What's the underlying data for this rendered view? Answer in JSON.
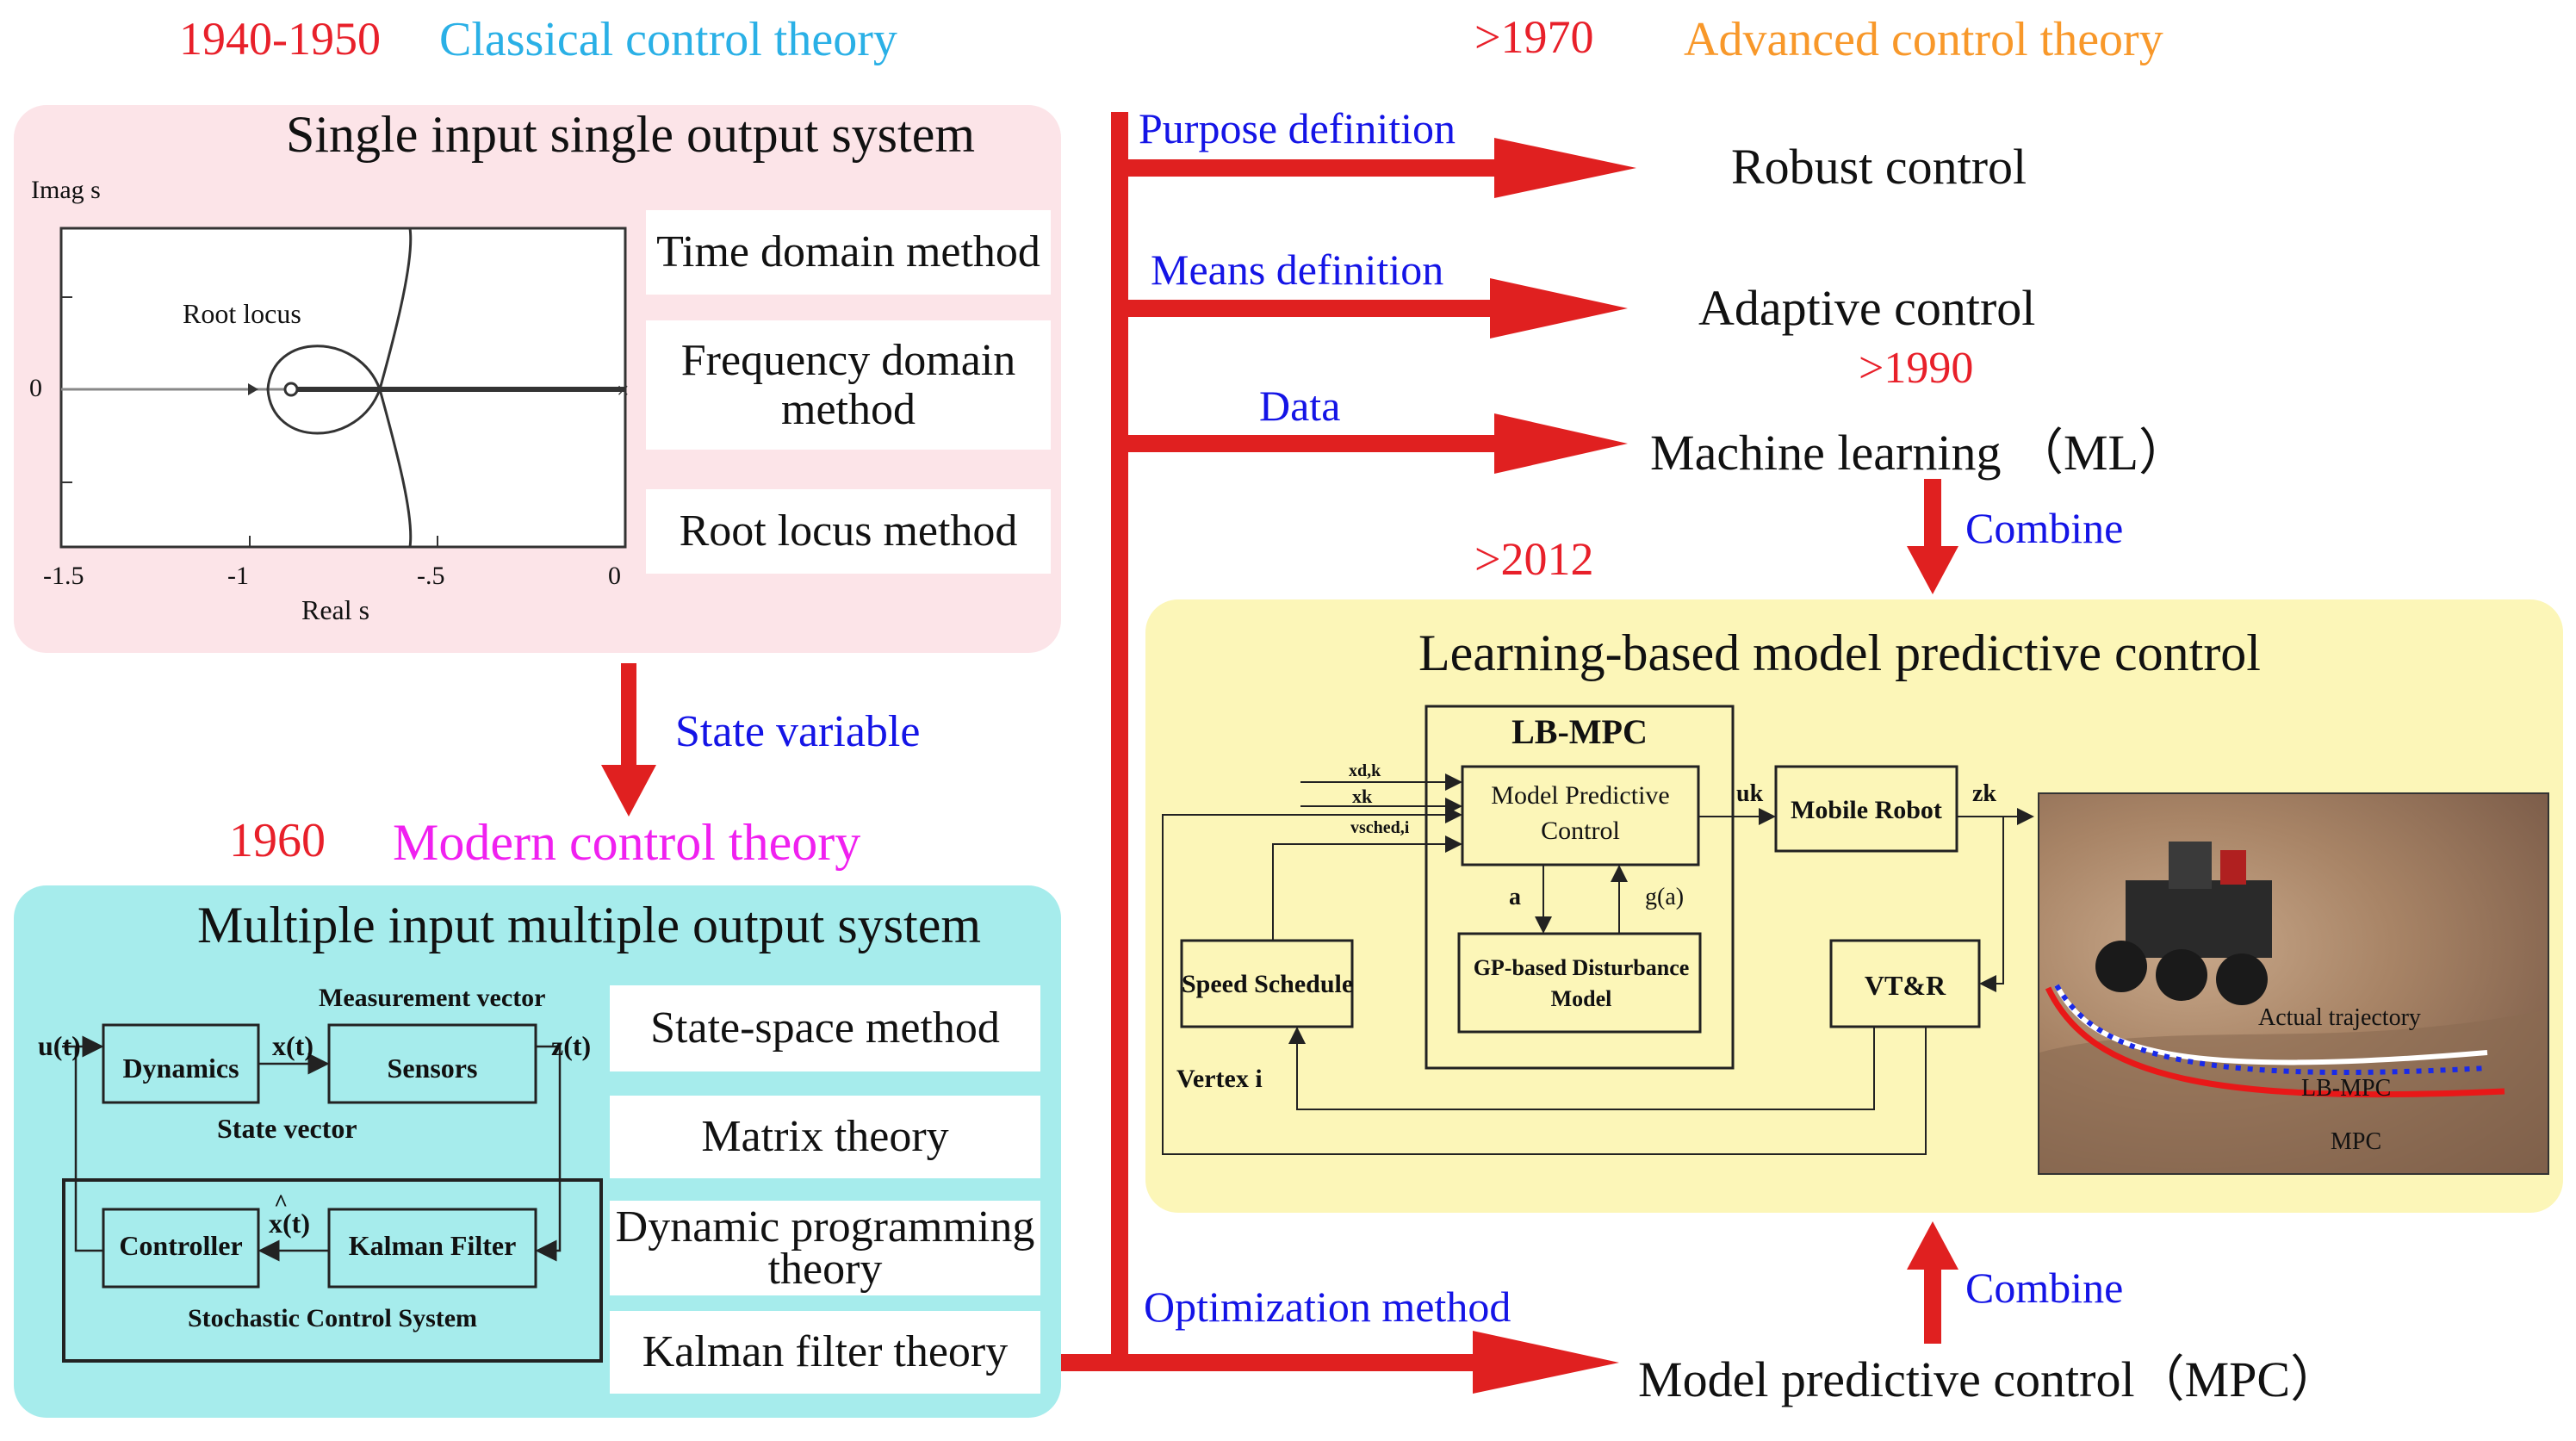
{
  "classical": {
    "years": "1940-1950",
    "title": "Classical control theory",
    "panel_title": "Single input single output system",
    "plot": {
      "ylabel": "Imag s",
      "xlabel": "Real s",
      "annotation": "Root locus",
      "yticks": [
        "0"
      ],
      "xticks": [
        "-1.5",
        "-1",
        "-.5",
        "0"
      ]
    },
    "methods": [
      "Time domain method",
      "Frequency domain method",
      "Root locus method"
    ]
  },
  "modern": {
    "years": "1960",
    "title": "Modern control theory",
    "transition_label": "State variable",
    "panel_title": "Multiple input multiple output system",
    "block": {
      "measurement_vector": "Measurement vector",
      "u": "u(t)",
      "x": "x(t)",
      "z": "z(t)",
      "dynamics": "Dynamics",
      "sensors": "Sensors",
      "state_vector": "State vector",
      "controller": "Controller",
      "xhat": "x(t)",
      "kalman": "Kalman Filter",
      "system_label": "Stochastic Control System"
    },
    "methods": [
      "State-space method",
      "Matrix theory",
      "Dynamic programming theory",
      "Kalman filter theory"
    ]
  },
  "advanced": {
    "years": ">1970",
    "title": "Advanced control theory",
    "branches": [
      {
        "label": "Purpose definition",
        "target": "Robust control"
      },
      {
        "label": "Means definition",
        "target": "Adaptive control"
      },
      {
        "label": "Data",
        "target": "Machine learning （ML）"
      },
      {
        "label": "Optimization method",
        "target": "Model predictive control（MPC）"
      }
    ],
    "ml_year": ">1990",
    "lbmpc_year": ">2012",
    "combine_top": "Combine",
    "combine_bottom": "Combine"
  },
  "lbmpc": {
    "panel_title": "Learning-based model predictive control",
    "box_title": "LB-MPC",
    "mpc_box": "Model Predictive Control",
    "gp_box": "GP-based Disturbance Model",
    "mobile_robot": "Mobile Robot",
    "speed_schedule": "Speed Schedule",
    "vtr": "VT&R",
    "vertex": "Vertex  i",
    "inputs": [
      "xd,k",
      "xk",
      "vsched,i"
    ],
    "a": "a",
    "ga": "g(a)",
    "uk": "uk",
    "zk": "zk",
    "photo_labels": [
      "Actual trajectory",
      "LB-MPC",
      "MPC"
    ]
  },
  "colors": {
    "arrow_red": "#e02020",
    "pink_panel": "#fce4e8",
    "cyan_panel": "#a6ecec",
    "yellow_panel": "#fcf6b8"
  }
}
